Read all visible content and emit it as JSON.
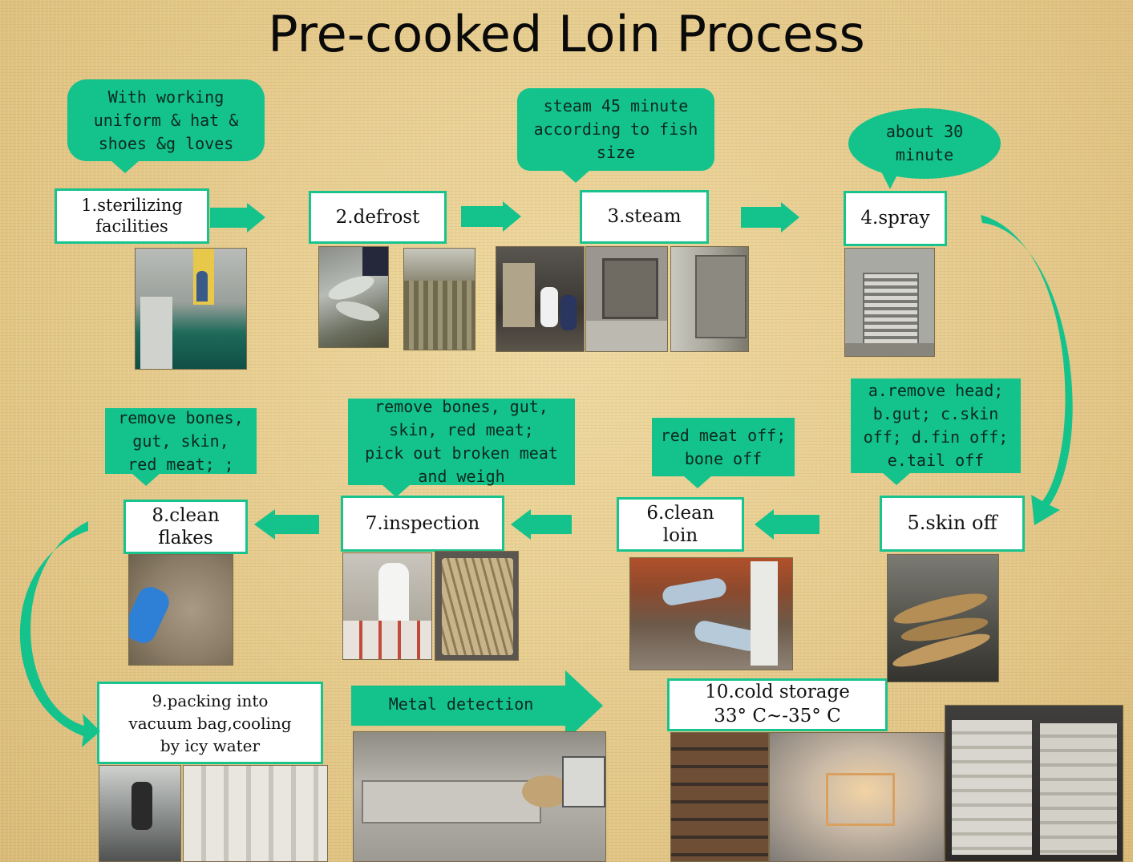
{
  "title": "Pre-cooked Loin Process",
  "colors": {
    "accent": "#14c28c",
    "stepBorder": "#18c38e",
    "background": "#e6cd8e"
  },
  "steps": {
    "s1": "1.sterilizing\nfacilities",
    "s2": "2.defrost",
    "s3": "3.steam",
    "s4": "4.spray",
    "s5": "5.skin off",
    "s6": "6.clean\nloin",
    "s7": "7.inspection",
    "s8": "8.clean\nflakes",
    "s9": "9.packing into\nvacuum bag,cooling\nby icy water",
    "s10": "10.cold storage\n33° C~-35° C"
  },
  "notes": {
    "n1": "With working\nuniform & hat &\nshoes &g loves",
    "n3": "steam 45 minute\naccording to fish\nsize",
    "n4": "about 30\nminute",
    "n5": "a.remove head;\nb.gut; c.skin\noff; d.fin off;\ne.tail off",
    "n6": "red meat off;\nbone off",
    "n7": "remove bones, gut,\nskin, red meat;\npick out broken meat\nand weigh",
    "n8": "remove bones,\ngut, skin,\nred meat; ;",
    "metal": "Metal detection"
  },
  "photos": [
    {
      "id": "sterilizing-room-photo",
      "icon": "photo-icon"
    },
    {
      "id": "defrost-fish-photo",
      "icon": "photo-icon"
    },
    {
      "id": "defrost-racks-photo",
      "icon": "photo-icon"
    },
    {
      "id": "steam-oven-loading-photo",
      "icon": "photo-icon"
    },
    {
      "id": "steam-oven-door-photo",
      "icon": "photo-icon"
    },
    {
      "id": "steam-oven-side-photo",
      "icon": "photo-icon"
    },
    {
      "id": "spray-rack-photo",
      "icon": "photo-icon"
    },
    {
      "id": "skin-off-fish-photo",
      "icon": "photo-icon"
    },
    {
      "id": "clean-loin-hands-photo",
      "icon": "photo-icon"
    },
    {
      "id": "inspection-workers-photo",
      "icon": "photo-icon"
    },
    {
      "id": "inspection-loins-tray-photo",
      "icon": "photo-icon"
    },
    {
      "id": "clean-flakes-glove-photo",
      "icon": "photo-icon"
    },
    {
      "id": "packing-line-photo",
      "icon": "photo-icon"
    },
    {
      "id": "vacuum-bags-photo",
      "icon": "photo-icon"
    },
    {
      "id": "metal-detector-photo",
      "icon": "photo-icon"
    },
    {
      "id": "cold-storage-boxes-photo",
      "icon": "photo-icon"
    },
    {
      "id": "cold-storage-tunnel-photo",
      "icon": "photo-icon"
    },
    {
      "id": "cold-storage-pallets-photo",
      "icon": "photo-icon"
    }
  ]
}
